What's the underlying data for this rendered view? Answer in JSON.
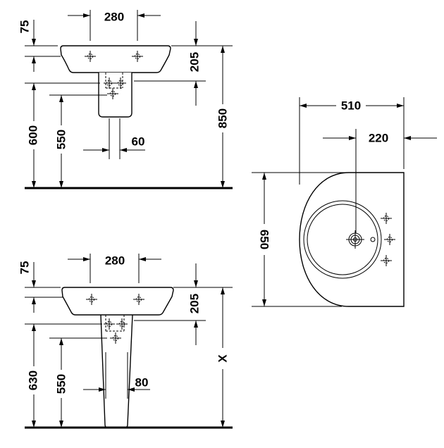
{
  "colors": {
    "line": "#000000",
    "background": "#ffffff"
  },
  "front_view_upper": {
    "top_width": "280",
    "left_top": "75",
    "right_mid": "205",
    "right_full": "850",
    "left_outer": "600",
    "left_inner": "550",
    "bottom_width": "60"
  },
  "top_view": {
    "width": "510",
    "right_offset": "220",
    "depth": "650"
  },
  "front_view_lower": {
    "top_width": "280",
    "left_top": "75",
    "right_mid": "205",
    "right_full": "X",
    "left_outer": "630",
    "left_inner": "550",
    "bottom_width": "80"
  }
}
